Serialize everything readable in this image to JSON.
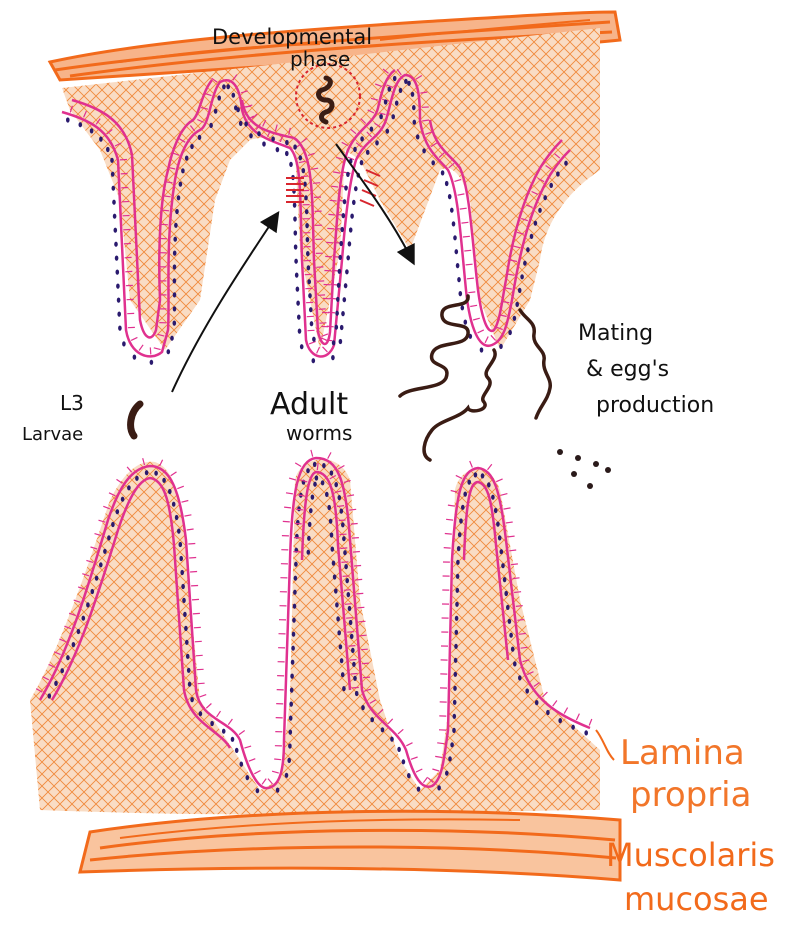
{
  "labels": {
    "developmental_line1": "Developmental",
    "developmental_line2": "phase",
    "l3_line1": "L3",
    "l3_line2": "Larvae",
    "adult_line1": "Adult",
    "adult_line2": "worms",
    "mating_line1": "Mating",
    "mating_line2": "& egg's",
    "mating_line3": "production",
    "lamina_line1": "Lamina",
    "lamina_line2": "propria",
    "muscularis_line1": "Muscolaris",
    "muscularis_line2": "mucosae"
  },
  "colors": {
    "muscle": "#f26a1b",
    "lamina_fill": "#f9d9c0",
    "lamina_hatch": "#f08a3c",
    "epithelium": "#e0318f",
    "nuclei": "#2a1a6e",
    "worm": "#3a1c14",
    "ink": "#111111",
    "attach_mark": "#d8262e",
    "label_orange": "#f2762a"
  },
  "icons": {
    "worm": "coiled-worm-icon",
    "larva": "larva-icon",
    "arrow": "arrow-icon"
  }
}
